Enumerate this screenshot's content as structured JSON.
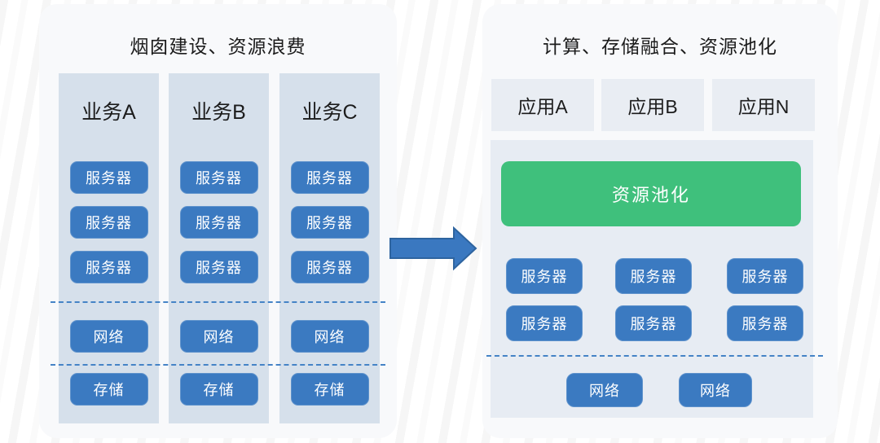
{
  "left_panel": {
    "title": "烟囱建设、资源浪费",
    "columns": [
      {
        "label": "业务A",
        "servers": [
          "服务器",
          "服务器",
          "服务器"
        ],
        "network": "网络",
        "storage": "存储"
      },
      {
        "label": "业务B",
        "servers": [
          "服务器",
          "服务器",
          "服务器"
        ],
        "network": "网络",
        "storage": "存储"
      },
      {
        "label": "业务C",
        "servers": [
          "服务器",
          "服务器",
          "服务器"
        ],
        "network": "网络",
        "storage": "存储"
      }
    ]
  },
  "right_panel": {
    "title": "计算、存储融合、资源池化",
    "apps": [
      {
        "label": "应用A"
      },
      {
        "label": "应用B"
      },
      {
        "label": "应用N"
      }
    ],
    "pool": {
      "label": "资源池化"
    },
    "servers": [
      "服务器",
      "服务器",
      "服务器",
      "服务器",
      "服务器",
      "服务器"
    ],
    "networks": [
      "网络",
      "网络"
    ]
  },
  "icons": {
    "flow_arrow": "right-block-arrow"
  },
  "colors": {
    "button_blue": "#3b7ac1",
    "button_blue_border": "#5e92cc",
    "pool_green": "#3fc07c",
    "column_bg": "#d6e0eb",
    "panel_bg": "#e7ecf3",
    "app_box_bg": "#e9edf3",
    "card_bg": "#f8f9fb",
    "dashed_line": "#4583c6",
    "title_text": "#1c1c1c",
    "arrow_fill": "#3a78c0",
    "arrow_stroke": "#2e649f"
  }
}
